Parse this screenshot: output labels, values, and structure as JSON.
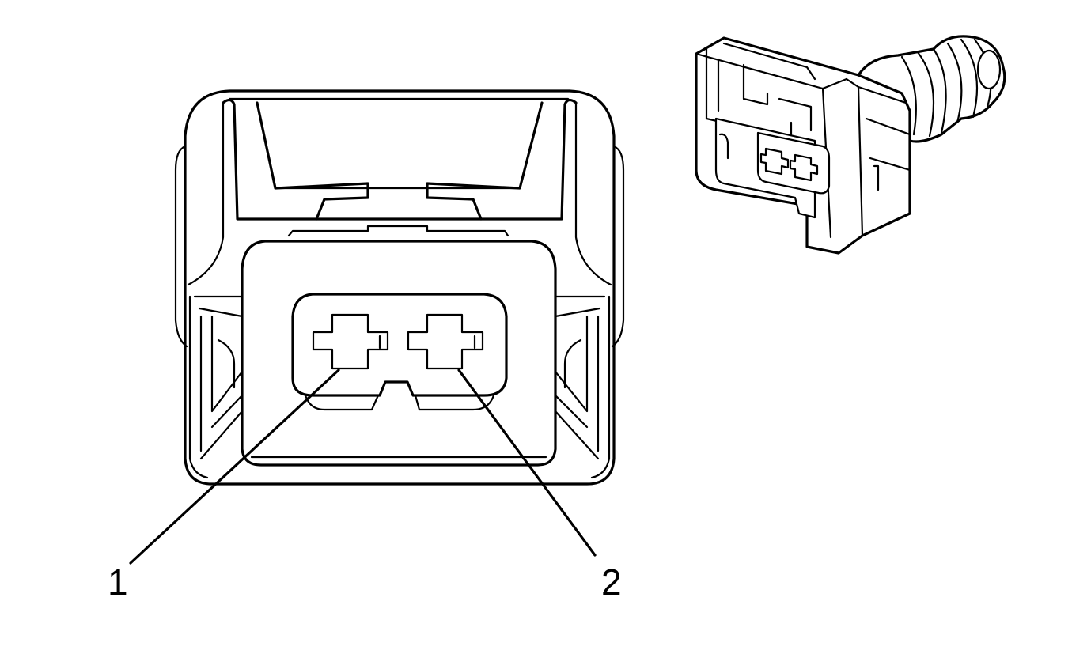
{
  "callouts": [
    {
      "id": "1",
      "text": "1"
    },
    {
      "id": "2",
      "text": "2"
    }
  ],
  "colors": {
    "line": "#000000",
    "background": "#ffffff"
  },
  "views": [
    "connector-front-view",
    "connector-isometric-view"
  ]
}
